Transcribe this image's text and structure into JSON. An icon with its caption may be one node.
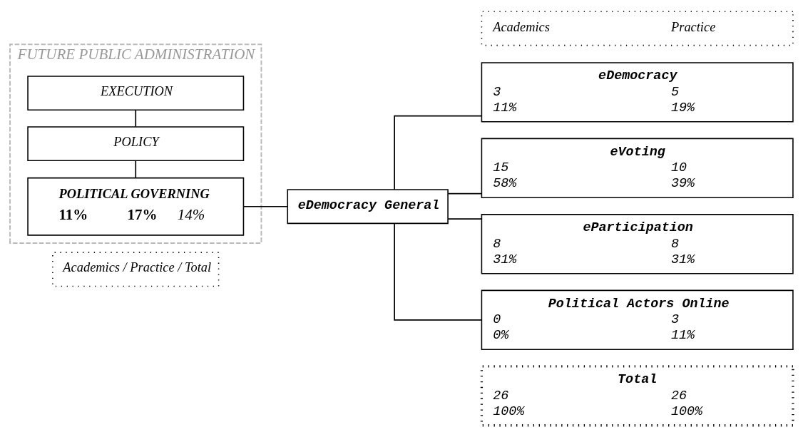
{
  "diagram": {
    "nodes": [
      {
        "text": [
          "Academics / Practice / Total"
        ]
      },
      {
        "text": [
          "FUTURE PUBLIC ADMINISTRATION"
        ]
      },
      {
        "text": [
          "POLITICAL GOVERNING",
          "11%",
          "17%",
          "14%"
        ],
        "in": 1
      },
      {
        "text": [
          "POLICY"
        ],
        "in": 1
      },
      {
        "text": [
          "EXECUTION"
        ],
        "in": 1
      },
      {
        "text": [
          "eDemocracy General"
        ]
      },
      {
        "text": [
          "Academics",
          "Practice"
        ]
      },
      {
        "text": [
          "eDemocracy",
          "3",
          "5",
          "11%",
          "19%"
        ]
      },
      {
        "text": [
          "eVoting",
          "15",
          "10",
          "58%",
          "39%"
        ]
      },
      {
        "text": [
          "eParticipation",
          "8",
          "8",
          "31%",
          "31%"
        ]
      },
      {
        "text": [
          "Political Actors Online",
          "0",
          "3",
          "0%",
          "11%"
        ]
      },
      {
        "text": [
          "Total",
          "26",
          "26",
          "100%",
          "100%"
        ]
      }
    ],
    "edges": [
      {
        "from": 2,
        "to": 3,
        "arrow": "none"
      },
      {
        "from": 3,
        "to": 4,
        "arrow": "none"
      },
      {
        "from": 2,
        "to": 5,
        "arrow": "none"
      },
      {
        "from": 5,
        "to": 7,
        "arrow": "none"
      },
      {
        "from": 5,
        "to": 8,
        "arrow": "none"
      },
      {
        "from": 5,
        "to": 9,
        "arrow": "none"
      },
      {
        "from": 5,
        "to": 10,
        "arrow": "none"
      }
    ]
  }
}
